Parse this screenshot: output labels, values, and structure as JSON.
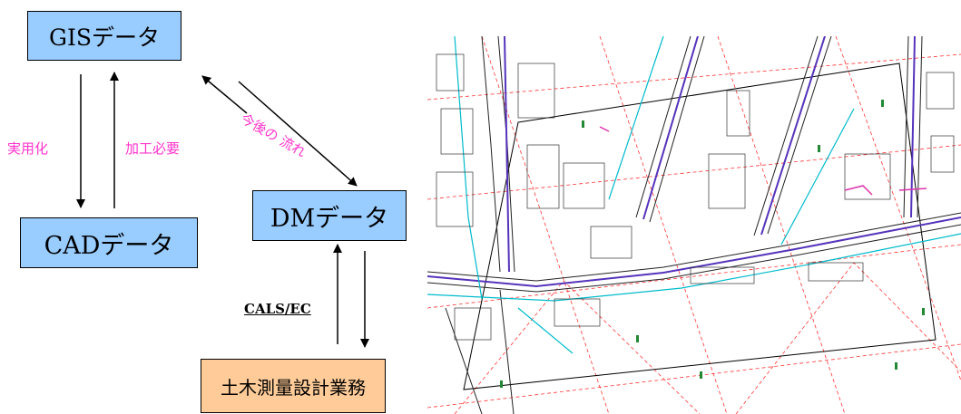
{
  "nodes": {
    "gis": "GISデータ",
    "cad": "CADデータ",
    "dm": "DMデータ",
    "doboku": "土木測量設計業務"
  },
  "labels": {
    "jitsuyouka": "実用化",
    "kakou": "加工必要",
    "kongo": "今後の 流れ",
    "cals": "CALS/EC"
  },
  "colors": {
    "node_blue": "#99ccff",
    "node_orange": "#ffcc99",
    "label_pink": "#ff33cc",
    "map_red": "#ff3333",
    "map_purple": "#5533bb",
    "map_cyan": "#00bbcc",
    "map_green": "#228833"
  }
}
